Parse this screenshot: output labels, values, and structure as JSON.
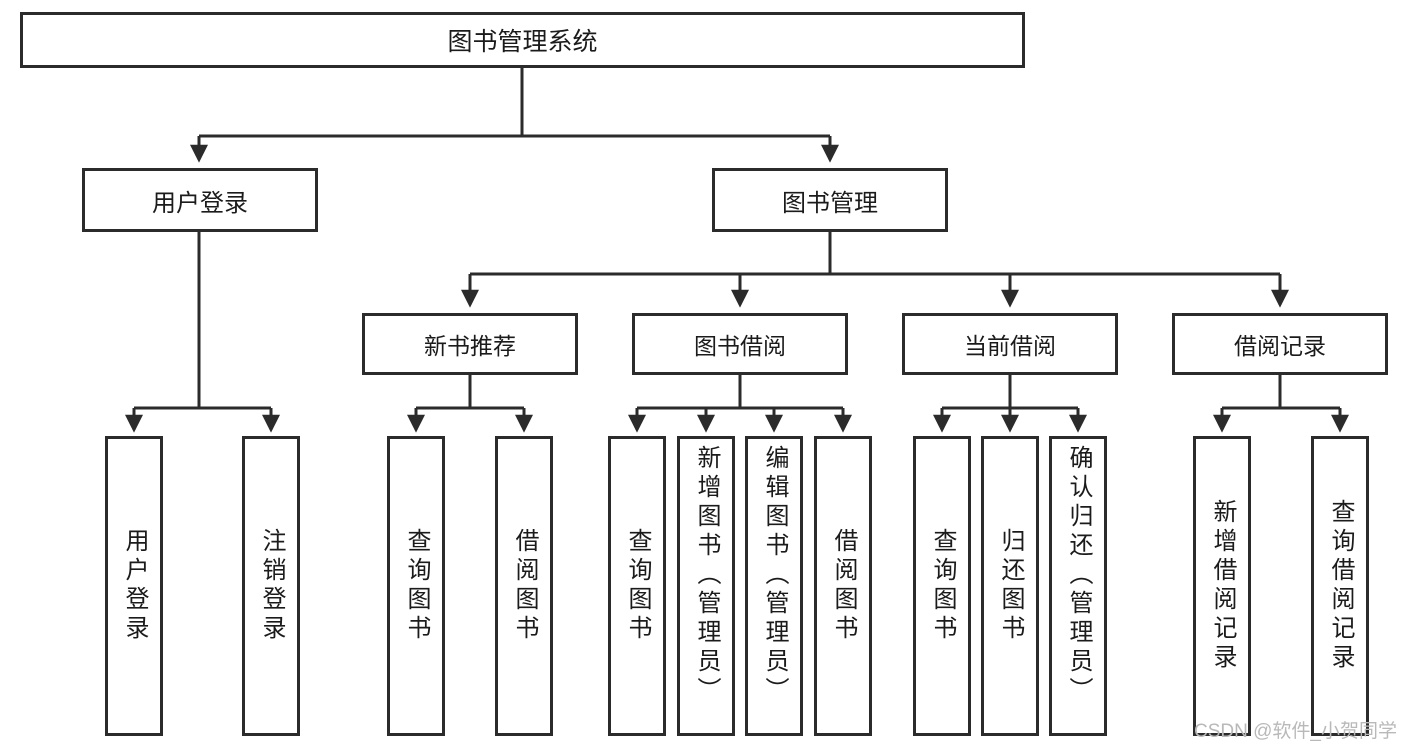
{
  "diagram": {
    "title": "图书管理系统",
    "type": "tree",
    "watermark": "CSDN @软件_小贺同学",
    "colors": {
      "box_border": "#2b2b2b",
      "box_fill": "#ffffff",
      "connector": "#2b2b2b",
      "watermark": "#b9b9b9",
      "background": "#ffffff"
    },
    "nodes": {
      "root": {
        "label": "图书管理系统"
      },
      "level2": [
        {
          "id": "user-login",
          "label": "用户登录"
        },
        {
          "id": "book-management",
          "label": "图书管理"
        }
      ],
      "level3": [
        {
          "id": "new-book-recommend",
          "label": "新书推荐"
        },
        {
          "id": "book-borrow",
          "label": "图书借阅"
        },
        {
          "id": "current-borrow",
          "label": "当前借阅"
        },
        {
          "id": "borrow-record",
          "label": "借阅记录"
        }
      ],
      "leaves": [
        {
          "id": "leaf-user-login",
          "label": "用户登录",
          "parent": "user-login"
        },
        {
          "id": "leaf-user-logout",
          "label": "注销登录",
          "parent": "user-login"
        },
        {
          "id": "leaf-query-book-1",
          "label": "查询图书",
          "parent": "new-book-recommend"
        },
        {
          "id": "leaf-borrow-book-1",
          "label": "借阅图书",
          "parent": "new-book-recommend"
        },
        {
          "id": "leaf-query-book-2",
          "label": "查询图书",
          "parent": "book-borrow"
        },
        {
          "id": "leaf-add-book",
          "label": "新增图书（管理员）",
          "parent": "book-borrow"
        },
        {
          "id": "leaf-edit-book",
          "label": "编辑图书（管理员）",
          "parent": "book-borrow"
        },
        {
          "id": "leaf-borrow-book-2",
          "label": "借阅图书",
          "parent": "book-borrow"
        },
        {
          "id": "leaf-query-book-3",
          "label": "查询图书",
          "parent": "current-borrow"
        },
        {
          "id": "leaf-return-book",
          "label": "归还图书",
          "parent": "current-borrow"
        },
        {
          "id": "leaf-confirm-return",
          "label": "确认归还（管理员）",
          "parent": "current-borrow"
        },
        {
          "id": "leaf-add-record",
          "label": "新增借阅记录",
          "parent": "borrow-record"
        },
        {
          "id": "leaf-query-record",
          "label": "查询借阅记录",
          "parent": "borrow-record"
        }
      ]
    }
  }
}
